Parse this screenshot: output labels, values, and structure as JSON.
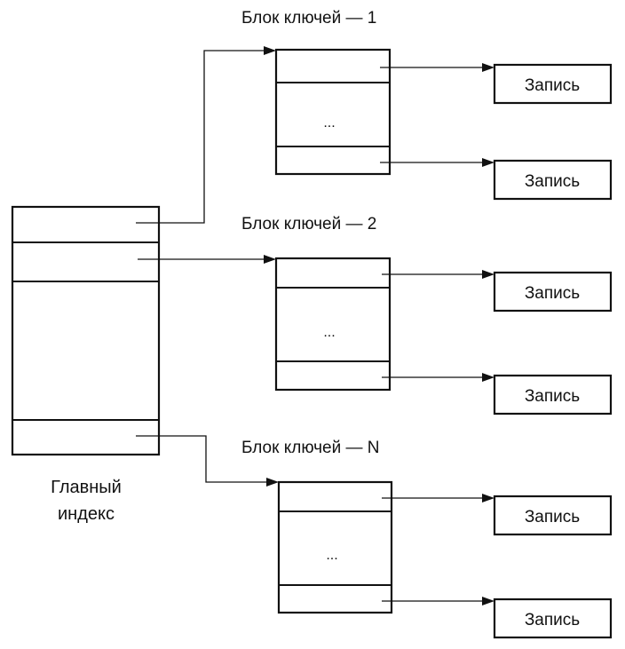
{
  "main_index": {
    "label_line1": "Главный",
    "label_line2": "индекс"
  },
  "key_blocks": [
    {
      "title": "Блок ключей — 1",
      "ellipsis": "...",
      "records": [
        "Запись",
        "Запись"
      ]
    },
    {
      "title": "Блок ключей — 2",
      "ellipsis": "...",
      "records": [
        "Запись",
        "Запись"
      ]
    },
    {
      "title": "Блок ключей — N",
      "ellipsis": "...",
      "records": [
        "Запись",
        "Запись"
      ]
    }
  ]
}
